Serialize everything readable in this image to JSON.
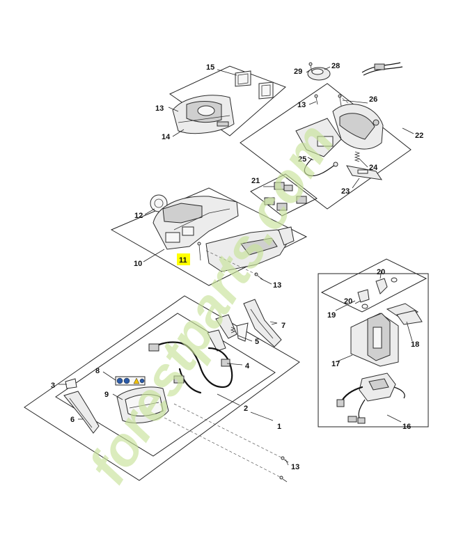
{
  "callouts": [
    {
      "id": "c1",
      "text": "1"
    },
    {
      "id": "c2",
      "text": "2"
    },
    {
      "id": "c3",
      "text": "3"
    },
    {
      "id": "c4",
      "text": "4"
    },
    {
      "id": "c5",
      "text": "5"
    },
    {
      "id": "c6",
      "text": "6"
    },
    {
      "id": "c7",
      "text": "7"
    },
    {
      "id": "c8",
      "text": "8"
    },
    {
      "id": "c9",
      "text": "9"
    },
    {
      "id": "c10",
      "text": "10"
    },
    {
      "id": "c11",
      "text": "11",
      "highlighted": true
    },
    {
      "id": "c12",
      "text": "12"
    },
    {
      "id": "c13a",
      "text": "13"
    },
    {
      "id": "c13b",
      "text": "13"
    },
    {
      "id": "c13c",
      "text": "13"
    },
    {
      "id": "c13d",
      "text": "13"
    },
    {
      "id": "c14",
      "text": "14"
    },
    {
      "id": "c15",
      "text": "15"
    },
    {
      "id": "c16",
      "text": "16"
    },
    {
      "id": "c17",
      "text": "17"
    },
    {
      "id": "c18",
      "text": "18"
    },
    {
      "id": "c19",
      "text": "19"
    },
    {
      "id": "c20a",
      "text": "20"
    },
    {
      "id": "c20b",
      "text": "20"
    },
    {
      "id": "c21",
      "text": "21"
    },
    {
      "id": "c22",
      "text": "22"
    },
    {
      "id": "c23",
      "text": "23"
    },
    {
      "id": "c24",
      "text": "24"
    },
    {
      "id": "c25",
      "text": "25"
    },
    {
      "id": "c26",
      "text": "26"
    },
    {
      "id": "c28",
      "text": "28"
    },
    {
      "id": "c29",
      "text": "29"
    }
  ],
  "highlight_color": "#ffff00",
  "watermark": {
    "text": "forestparts.com",
    "color": "#c8e39a"
  }
}
